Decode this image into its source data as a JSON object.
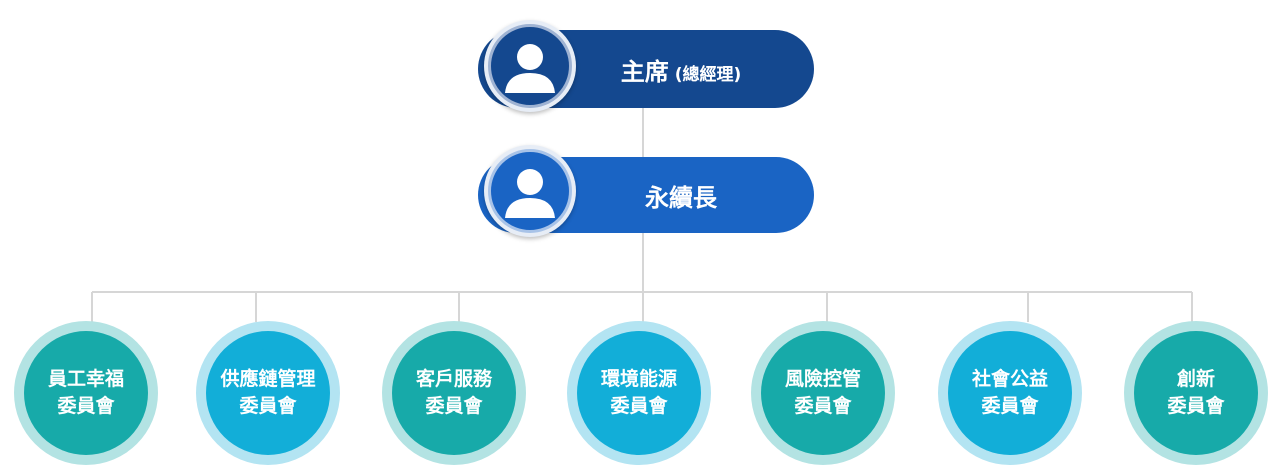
{
  "chairman": {
    "title": "主席",
    "subtitle": "(總經理)"
  },
  "sustainability": {
    "title": "永續長"
  },
  "committees": [
    {
      "line1": "員工幸福",
      "line2": "委員會"
    },
    {
      "line1": "供應鏈管理",
      "line2": "委員會"
    },
    {
      "line1": "客戶服務",
      "line2": "委員會"
    },
    {
      "line1": "環境能源",
      "line2": "委員會"
    },
    {
      "line1": "風險控管",
      "line2": "委員會"
    },
    {
      "line1": "社會公益",
      "line2": "委員會"
    },
    {
      "line1": "創新",
      "line2": "委員會"
    }
  ],
  "colors": {
    "chairman_pill": "#14488f",
    "sustainability_pill": "#1a64c4",
    "connector": "#d6d6d6",
    "teal": "#17aaa9",
    "teal_ring": "#b3e3e3",
    "cyan": "#12aed8",
    "cyan_ring": "#b3e4f2"
  }
}
